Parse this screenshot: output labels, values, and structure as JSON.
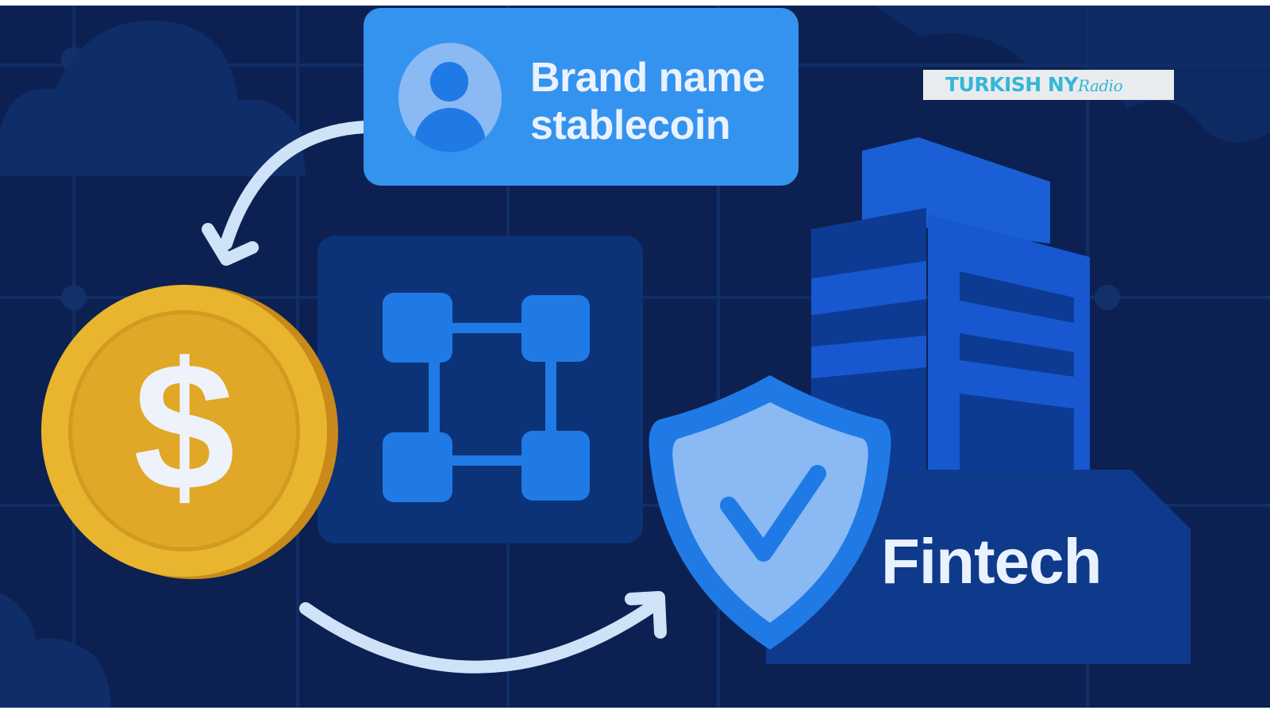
{
  "canvas": {
    "background": "#0c2152",
    "accent": "#3593f0",
    "coin_gold": "#e6b82e",
    "arrow_color": "#cfe2f8"
  },
  "brand_card": {
    "line1": "Brand name",
    "line2": "stablecoin",
    "icon": "user-avatar-icon"
  },
  "watermark": {
    "main": "TURKISH NY",
    "script": "Radio"
  },
  "coin": {
    "symbol": "$",
    "icon": "dollar-coin-icon"
  },
  "blockchain": {
    "icon": "blockchain-nodes-icon",
    "nodes": 4
  },
  "shield": {
    "icon": "shield-check-icon"
  },
  "building": {
    "icon": "office-building-icon",
    "label": "Fintech"
  }
}
